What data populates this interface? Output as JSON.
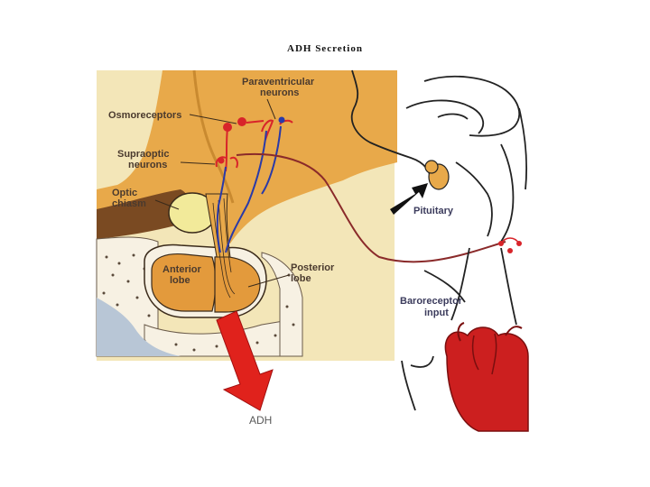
{
  "slide": {
    "title": "ADH Secretion"
  },
  "labels": {
    "paraventricular_line1": "Paraventricular",
    "paraventricular_line2": "neurons",
    "osmoreceptors": "Osmoreceptors",
    "supraoptic_line1": "Supraoptic",
    "supraoptic_line2": "neurons",
    "optic_line1": "Optic",
    "optic_line2": "chiasm",
    "anterior_line1": "Anterior",
    "anterior_line2": "lobe",
    "posterior_line1": "Posterior",
    "posterior_line2": "lobe",
    "pituitary": "Pituitary",
    "baroreceptor_line1": "Baroreceptor",
    "baroreceptor_line2": "input",
    "adh": "ADH"
  },
  "colors": {
    "tan_background": "#f3e6b8",
    "brain_tissue": "#e8a94a",
    "dark_tissue": "#7a4a22",
    "gland": "#e39a3c",
    "optic_chiasm": "#f2ea9a",
    "neuron_red": "#d8242a",
    "neuron_blue": "#2a3aa8",
    "axon_maroon": "#8a2a2a",
    "arrow_red": "#e0221c",
    "heart_red": "#cc1f1f"
  }
}
